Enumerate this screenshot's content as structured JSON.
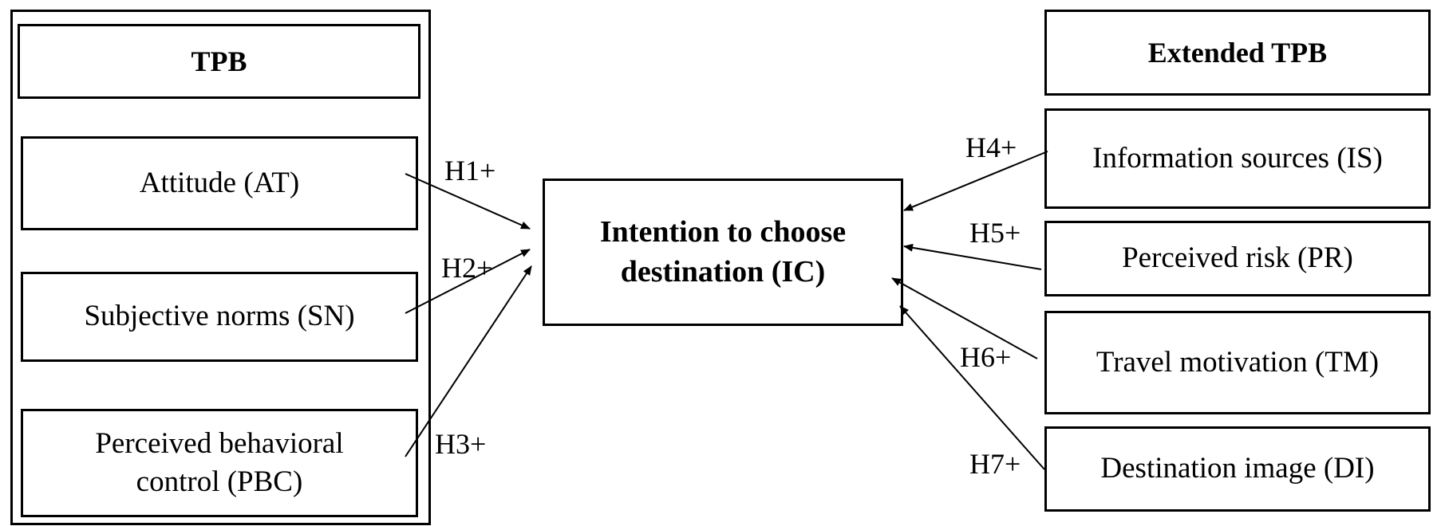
{
  "tpb": {
    "title": "TPB",
    "attitude": "Attitude (AT)",
    "subjective_norms": "Subjective norms (SN)",
    "pbc": "Perceived behavioral control (PBC)"
  },
  "extended": {
    "title": "Extended TPB",
    "information_sources": "Information sources (IS)",
    "perceived_risk": "Perceived risk (PR)",
    "travel_motivation": "Travel motivation (TM)",
    "destination_image": "Destination image (DI)"
  },
  "outcome": {
    "line1": "Intention to choose",
    "line2": "destination (IC)"
  },
  "hypotheses": {
    "h1": "H1+",
    "h2": "H2+",
    "h3": "H3+",
    "h4": "H4+",
    "h5": "H5+",
    "h6": "H6+",
    "h7": "H7+"
  }
}
